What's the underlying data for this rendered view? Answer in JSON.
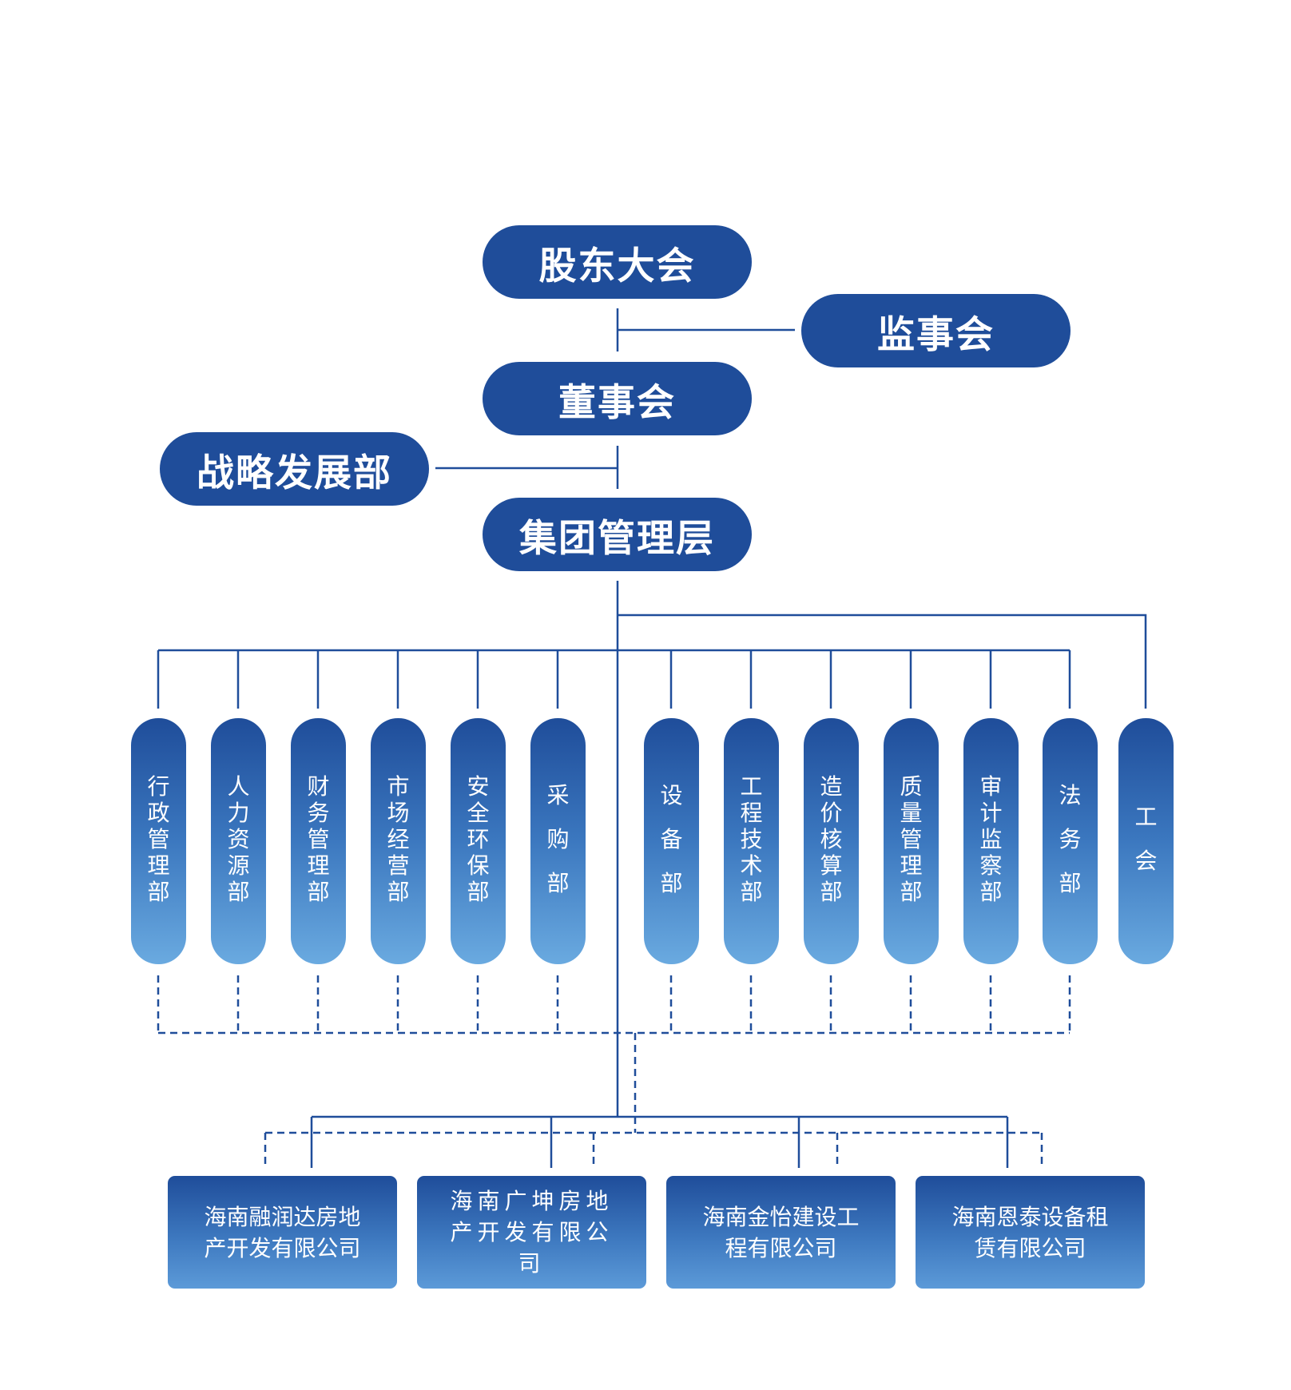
{
  "colors": {
    "primary": "#1f4d9a",
    "gradient_end": "#6aaae0",
    "line": "#1f4d9a",
    "background": "#ffffff"
  },
  "top": {
    "shareholders": "股东大会",
    "supervisors": "监事会",
    "board": "董事会",
    "strategy": "战略发展部",
    "management": "集团管理层"
  },
  "departments": [
    "行政管理部",
    "人力资源部",
    "财务管理部",
    "市场经营部",
    "安全环保部",
    "采购部",
    "设备部",
    "工程技术部",
    "造价核算部",
    "质量管理部",
    "审计监察部",
    "法务部",
    "工会"
  ],
  "companies": [
    "海南融润达房地产开发有限公司",
    "海南广坤房地产开发有限公司",
    "海南金怡建设工程有限公司",
    "海南恩泰设备租赁有限公司"
  ]
}
